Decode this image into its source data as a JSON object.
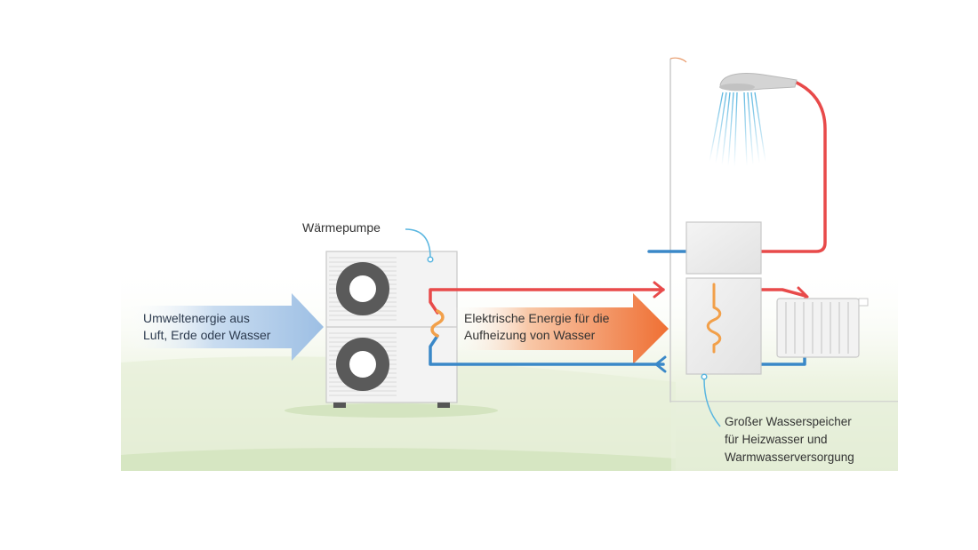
{
  "labels": {
    "heat_pump": "Wärmepumpe",
    "environment_energy": [
      "Umweltenergie aus",
      "Luft, Erde oder Wasser"
    ],
    "electric_energy": [
      "Elektrische Energie für die",
      "Aufheizung von Wasser"
    ],
    "storage_tank": [
      "Großer Wasserspeicher",
      "für Heizwasser und",
      "Warmwasserversorgung"
    ]
  },
  "colors": {
    "hot_pipe": "#e84a4a",
    "cold_pipe": "#3a88c8",
    "callout_line": "#5ab6e0",
    "ground": "#e4eed4",
    "environment_arrow": "#aecbe8",
    "electric_arrow": "#f07b3f",
    "fan": "#5a5a5a",
    "unit_body": "#f2f2f2",
    "outline": "#c8c8c8"
  },
  "icons": [
    "fan-icon",
    "shower-icon",
    "radiator-icon",
    "heat-exchanger-coil-icon",
    "flow-direction-arrow-icon"
  ]
}
